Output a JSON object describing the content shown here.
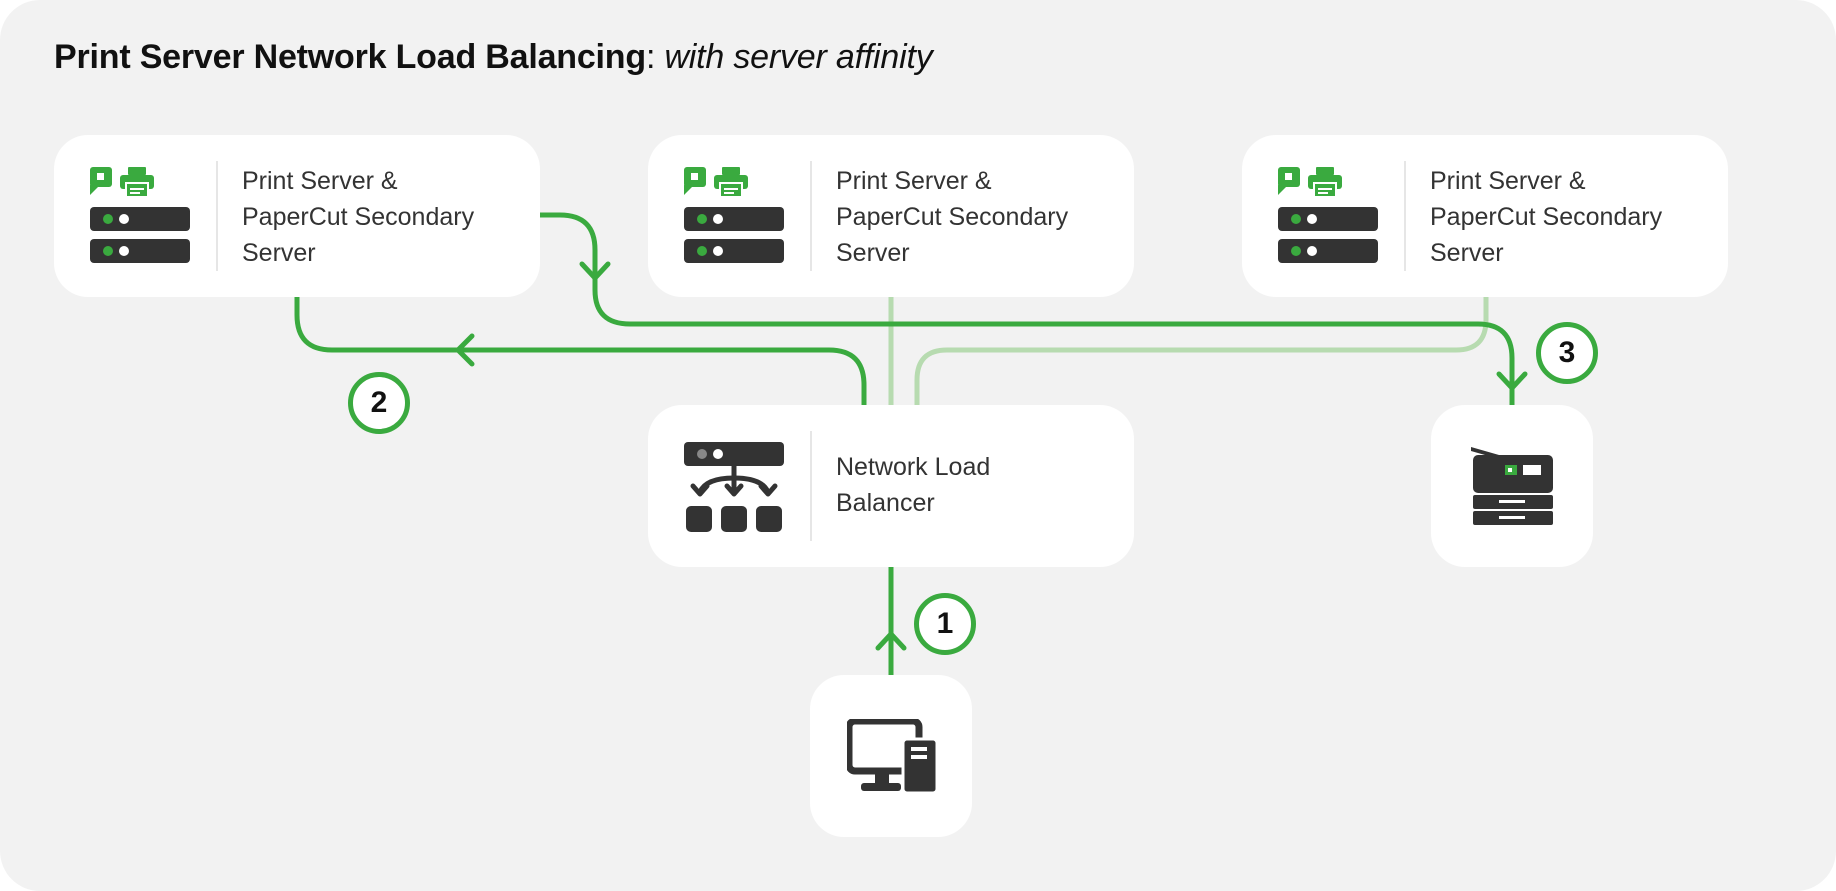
{
  "title": {
    "main": "Print Server Network Load Balancing",
    "separator": ":",
    "subtitle": "with server affinity"
  },
  "servers": [
    {
      "label_lines": [
        "Print Server &",
        "PaperCut Secondary",
        "Server"
      ],
      "icon": "print-server-icon"
    },
    {
      "label_lines": [
        "Print Server &",
        "PaperCut Secondary",
        "Server"
      ],
      "icon": "print-server-icon"
    },
    {
      "label_lines": [
        "Print Server &",
        "PaperCut Secondary",
        "Server"
      ],
      "icon": "print-server-icon"
    }
  ],
  "load_balancer": {
    "label_lines": [
      "Network Load",
      "Balancer"
    ],
    "icon": "load-balancer-icon"
  },
  "printer": {
    "icon": "printer-icon"
  },
  "client": {
    "icon": "desktop-computer-icon"
  },
  "steps": [
    "1",
    "2",
    "3"
  ],
  "colors": {
    "accent": "#3aaa3f",
    "accent_light": "#b7dbb0",
    "dark": "#333333",
    "panel": "#f2f2f2",
    "card": "#ffffff"
  }
}
